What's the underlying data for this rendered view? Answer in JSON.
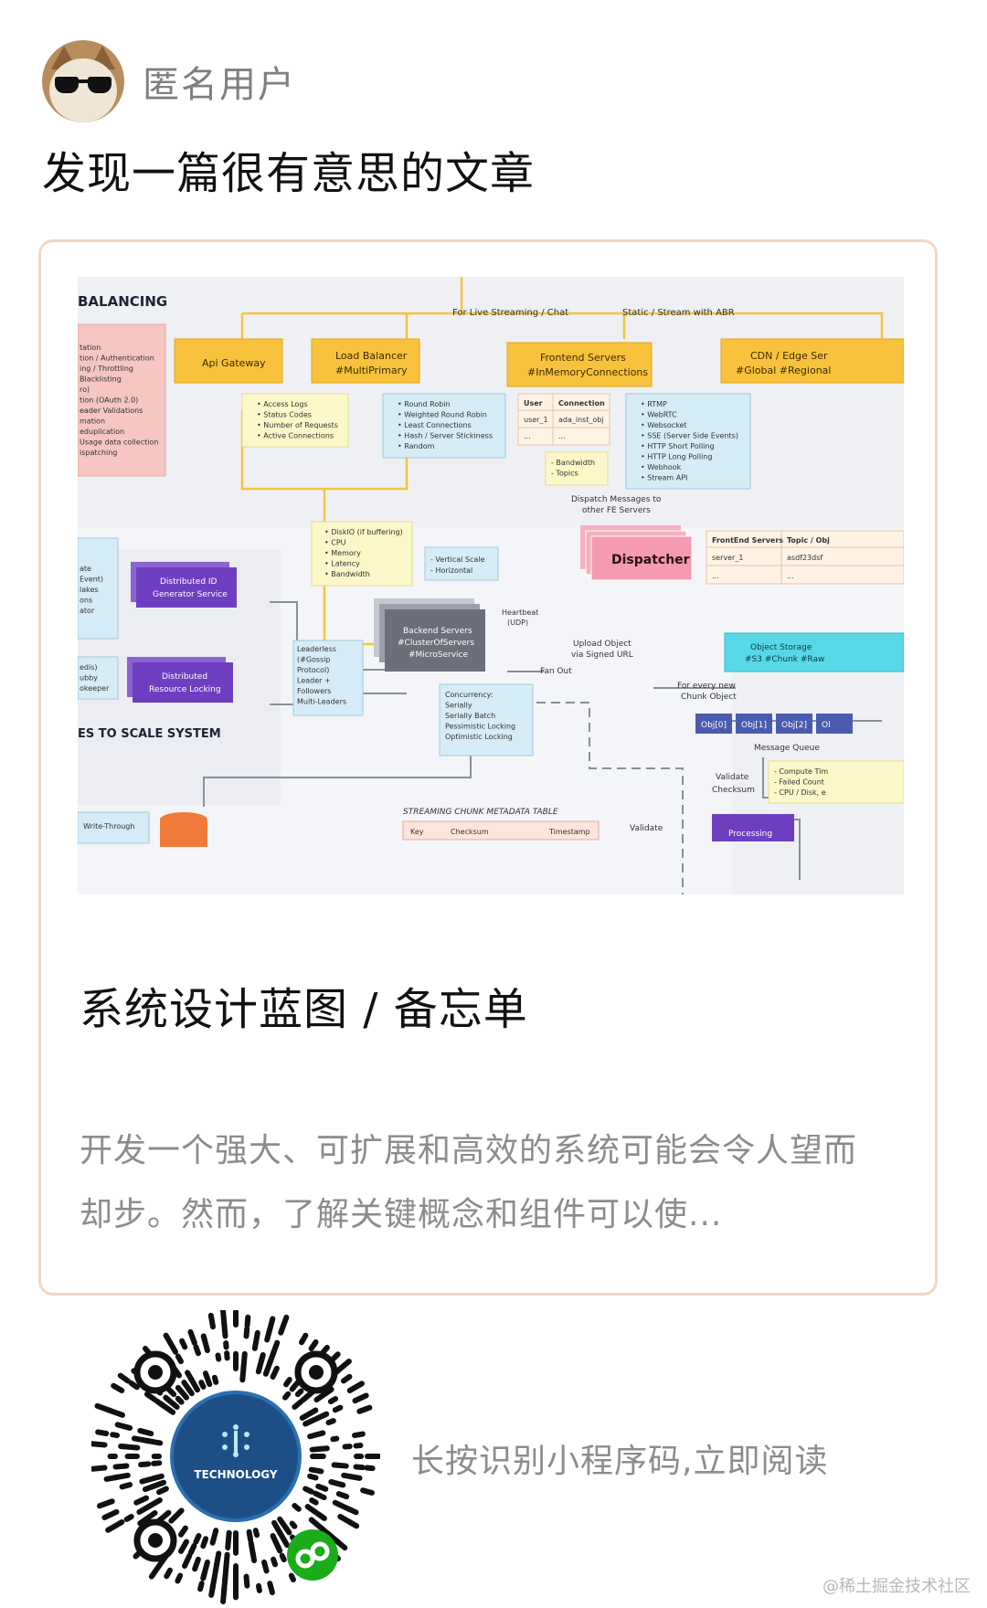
{
  "post": {
    "author_name": "匿名用户",
    "text": "发现一篇很有意思的文章"
  },
  "card": {
    "title": "系统设计蓝图 / 备忘单",
    "description": "开发一个强大、可扩展和高效的系统可能会令人望而却步。然而，了解关键概念和组件可以使..."
  },
  "diagram": {
    "section_title_top": "BALANCING",
    "for_live_streaming": "For Live Streaming / Chat",
    "static_stream": "Static / Stream with ABR",
    "api_gateway": "Api Gateway",
    "load_balancer_1": "Load Balancer",
    "load_balancer_2": "#MultiPrimary",
    "frontend_servers_1": "Frontend Servers",
    "frontend_servers_2": "#InMemoryConnections",
    "cdn_1": "CDN / Edge Ser",
    "cdn_2": "#Global #Regional",
    "left_list": [
      "tation",
      "tion / Authentication",
      "ing / Throttling",
      "Blacklisting",
      "ro)",
      "tion (OAuth 2.0)",
      "eader Validations",
      "mation",
      "eduplication",
      "Usage data collection",
      "ispatching"
    ],
    "gateway_list": [
      "Access Logs",
      "Status Codes",
      "Number of Requests",
      "Active Connections"
    ],
    "lb_list": [
      "Round Robin",
      "Weighted Round Robin",
      "Least Connections",
      "Hash / Server Stickiness",
      "Random"
    ],
    "conn_table_head": [
      "User",
      "Connection"
    ],
    "conn_table_row": [
      "user_1",
      "ada_inst_obj"
    ],
    "conn_table_row2": [
      "...",
      "..."
    ],
    "bandwidth_list": [
      "Bandwidth",
      "Topics"
    ],
    "protocol_list": [
      "RTMP",
      "WebRTC",
      "Websocket",
      "SSE (Server Side Events)",
      "HTTP Short Polling",
      "HTTP Long Polling",
      "Webhook",
      "Stream API"
    ],
    "dispatch_note_1": "Dispatch Messages to",
    "dispatch_note_2": "other FE Servers",
    "dispatcher": "Dispatcher",
    "fe_table_head": [
      "FrontEnd Servers",
      "Topic / Obj"
    ],
    "fe_table_row": [
      "server_1",
      "asdf23dsf"
    ],
    "fe_table_row2": [
      "...",
      "..."
    ],
    "metrics_list": [
      "DiskIO (if buffering)",
      "CPU",
      "Memory",
      "Latency",
      "Bandwidth"
    ],
    "scale_list": [
      "Vertical Scale",
      "Horizontal"
    ],
    "dist_id_1": "Distributed ID",
    "dist_id_2": "Generator Service",
    "dist_lock_1": "Distributed",
    "dist_lock_2": "Resource Locking",
    "left_list2": [
      "ate",
      "Event)",
      "lakes",
      "ons",
      "ator"
    ],
    "left_list3": [
      "edis)",
      "ubby",
      "okeeper"
    ],
    "leader_list": [
      "Leaderless",
      "(#Gossip",
      "Protocol)",
      "Leader +",
      "Followers",
      "Multi-Leaders"
    ],
    "backend_1": "Backend Servers",
    "backend_2": "#ClusterOfServers",
    "backend_3": "#MicroService",
    "heartbeat_1": "Heartbeat",
    "heartbeat_2": "(UDP)",
    "upload_1": "Upload Object",
    "upload_2": "via Signed URL",
    "fan_out": "Fan Out",
    "object_storage_1": "Object Storage",
    "object_storage_2": "#S3 #Chunk #Raw",
    "every_chunk_1": "For every new",
    "every_chunk_2": "Chunk Object",
    "objs": [
      "Obj[0]",
      "Obj[1]",
      "Obj[2]",
      "Ol"
    ],
    "message_queue": "Message Queue",
    "concurrency_list": [
      "Concurrency:",
      "Serially",
      "Serially Batch",
      "Pessimistic Locking",
      "Optimistic Locking"
    ],
    "scale_system": "ES TO SCALE SYSTEM",
    "validate_1": "Validate",
    "validate_2": "Checksum",
    "compute_list": [
      "Compute Tim",
      "Failed Count",
      "CPU / Disk, e"
    ],
    "streaming_table": "STREAMING CHUNK METADATA TABLE",
    "stream_cols": [
      "Key",
      "Checksum",
      "Timestamp"
    ],
    "validate_bottom": "Validate",
    "write_through": "Write-Through",
    "processing": "Processing"
  },
  "qr": {
    "logo_text": "TECHNOLOGY",
    "caption": "长按识别小程序码,立即阅读"
  },
  "watermark": "@稀土掘金技术社区",
  "colors": {
    "yellow_box": "#f9c23c",
    "purple_box": "#6d3fc0",
    "pink_box": "#f5b8b8",
    "cyan_box": "#58d8e6",
    "note_yellow": "#fbf7c8",
    "note_blue": "#d6ecf7",
    "gray_box": "#6b6f7a",
    "card_border": "#efd9c4"
  }
}
